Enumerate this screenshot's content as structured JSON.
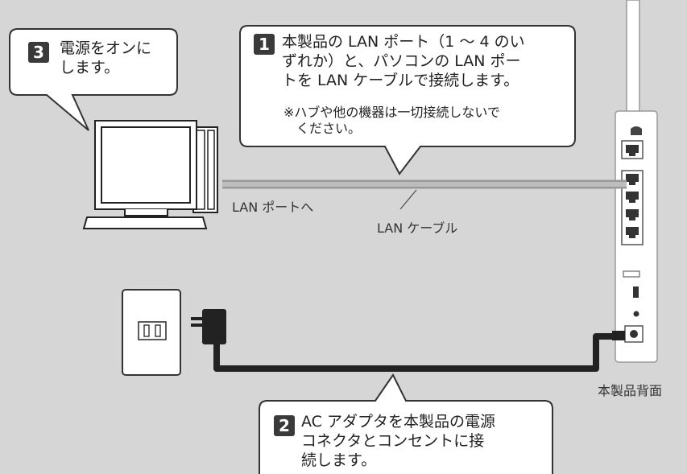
{
  "steps": [
    {
      "number": "1",
      "text": "本製品の LAN ポート（1 ～ 4 のい\nずれか）と、パソコンの LAN ポー\nトを LAN ケーブルで接続します。",
      "note": "※ハブや他の機器は一切接続しないで\n　ください。"
    },
    {
      "number": "2",
      "text": "AC アダプタを本製品の電源\nコネクタとコンセントに接\n続します。"
    },
    {
      "number": "3",
      "text": "電源をオンに\nします。"
    }
  ],
  "labels": {
    "lan_port": "LAN ポートへ",
    "lan_cable": "LAN ケーブル",
    "router_back": "本製品背面"
  }
}
